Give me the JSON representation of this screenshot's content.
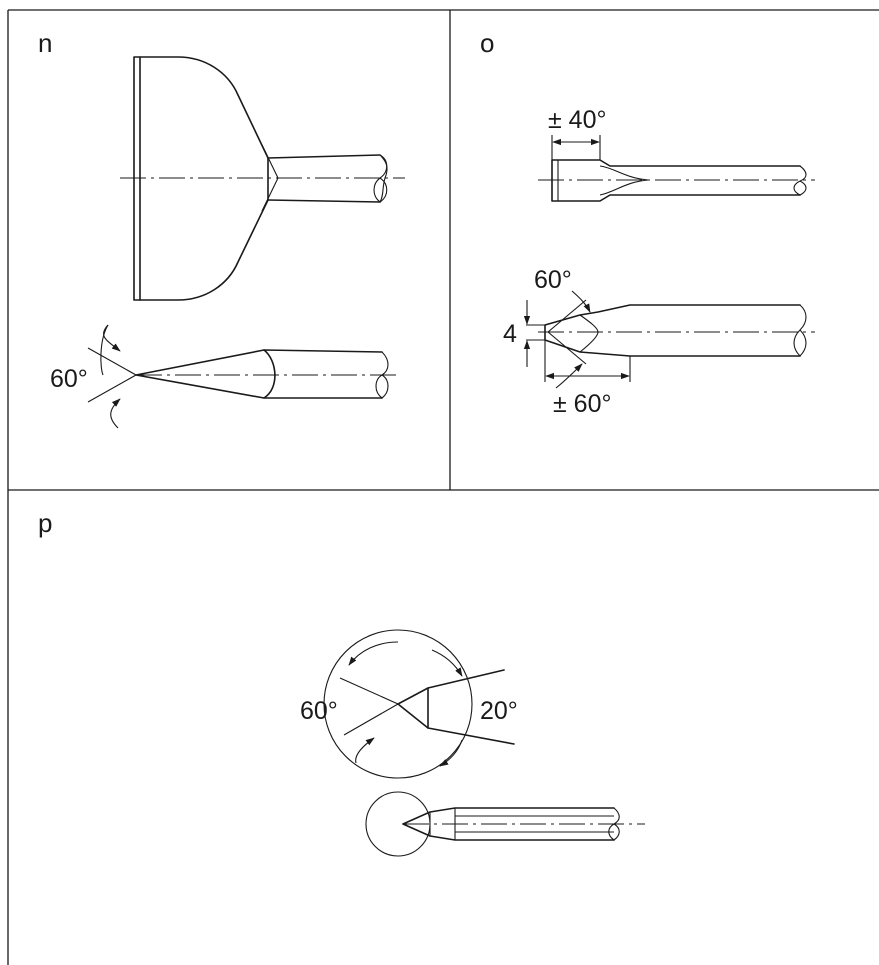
{
  "panels": {
    "n": {
      "label": "n",
      "angle": "60°"
    },
    "o": {
      "label": "o",
      "flat_angle": "± 40°",
      "point_angle": "60°",
      "tip_width": "4",
      "taper_angle": "± 60°"
    },
    "p": {
      "label": "p",
      "left_angle": "60°",
      "right_angle": "20°"
    }
  },
  "colors": {
    "line": "#1a1a1a",
    "background": "#ffffff"
  }
}
